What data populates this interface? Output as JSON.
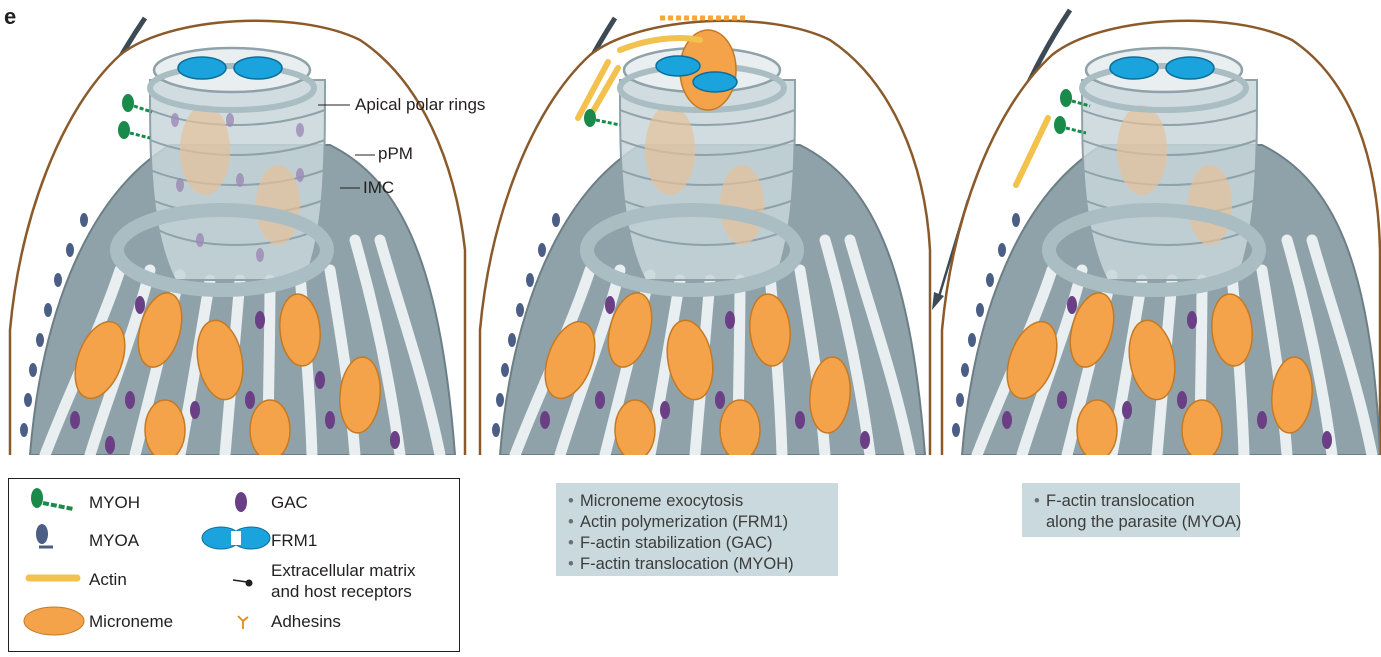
{
  "panel_letter": "e",
  "callouts": {
    "apical_polar_rings": "Apical polar rings",
    "ppm": "pPM",
    "imc": "IMC"
  },
  "legend": {
    "myoh": "MYOH",
    "myoa": "MYOA",
    "actin": "Actin",
    "microneme": "Microneme",
    "gac": "GAC",
    "frm1": "FRM1",
    "ecm_line1": "Extracellular matrix",
    "ecm_line2": "and host receptors",
    "adhesins": "Adhesins"
  },
  "middle_box": {
    "items": [
      "Microneme exocytosis",
      "Actin polymerization (FRM1)",
      "F-actin stabilization (GAC)",
      "F-actin translocation (MYOH)"
    ]
  },
  "right_box": {
    "line1": "F-actin translocation",
    "line2": "along the parasite (MYOA)"
  },
  "colors": {
    "membrane": "#8b5a2b",
    "imc": "#8fa2a9",
    "ring": "#a9bdc3",
    "microneme": "#f5a34b",
    "gac": "#6b3f86",
    "frm1": "#1aa3dd",
    "myoh": "#1a8a4a",
    "myoa": "#4a5e86",
    "actin": "#f2c14e",
    "info_box": "#c9d9dd"
  }
}
